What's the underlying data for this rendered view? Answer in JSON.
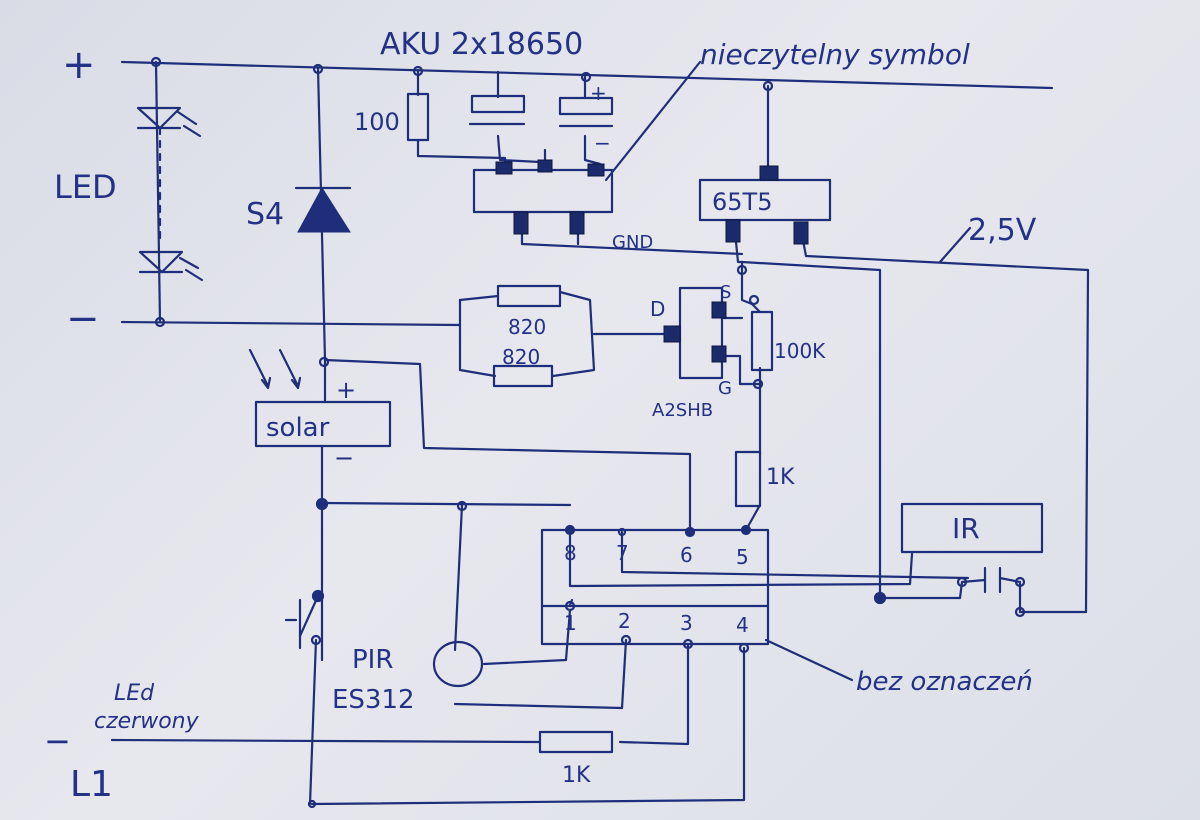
{
  "labels": {
    "plus": "+",
    "minus": "−",
    "aku": "AKU 2x18650",
    "unreadable": "nieczytelny symbol",
    "led": "LED",
    "r100": "100",
    "s4": "S4",
    "chip_65t5": "65T5",
    "gnd": "GND",
    "v25": "2,5V",
    "r820a": "820",
    "r820b": "820",
    "pin_d": "D",
    "pin_s": "S",
    "pin_g": "G",
    "r100k": "100K",
    "fet": "A2SHB",
    "r1k_a": "1K",
    "solar": "solar",
    "solar_plus": "+",
    "solar_minus": "−",
    "bat_plus": "+",
    "bat_minus": "−",
    "ir": "IR",
    "pin8": "8",
    "pin7": "7",
    "pin6": "6",
    "pin5": "5",
    "pin1": "1",
    "pin2": "2",
    "pin3": "3",
    "pin4": "4",
    "pir": "PIR",
    "es312": "ES312",
    "bez": "bez oznaczeń",
    "led_czerwony": "LEd\nczerwony",
    "led_word": "LEd",
    "czerwony_word": "czerwony",
    "l1_minus": "−",
    "l1": "L1",
    "r1k_b": "1K"
  },
  "colors": {
    "ink": "#1f2e7a",
    "paper": "#e3e5ec"
  }
}
